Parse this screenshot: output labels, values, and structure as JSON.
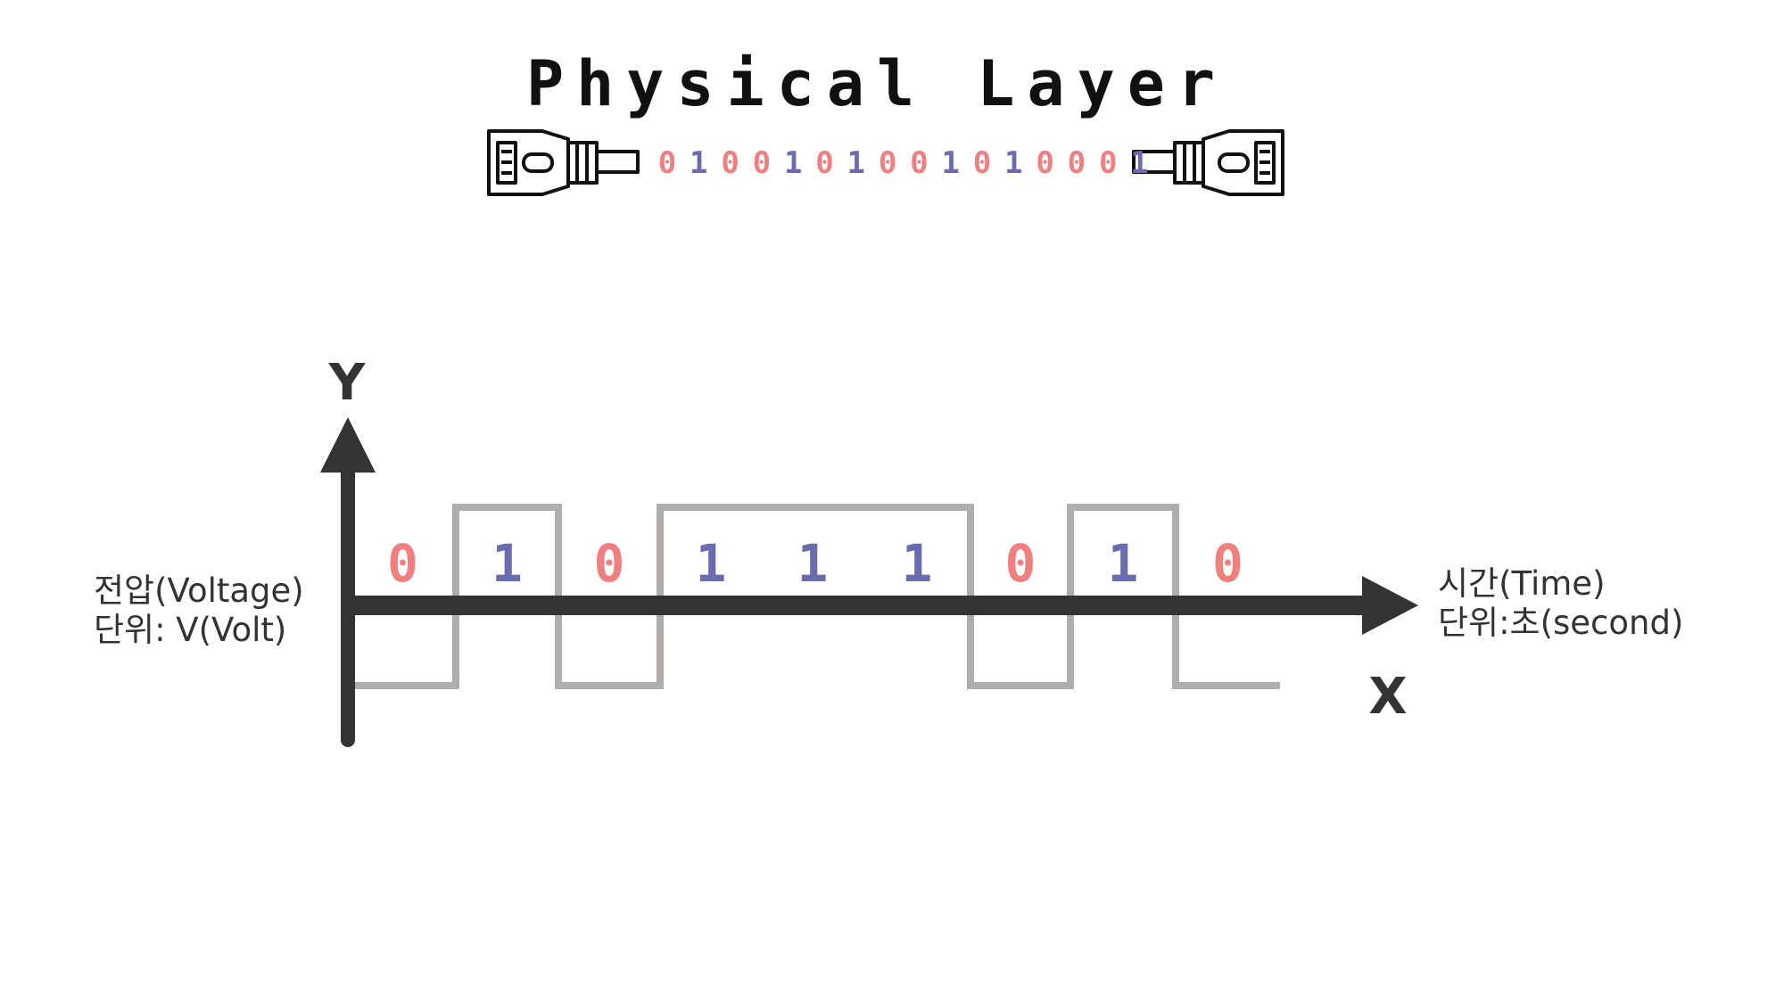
{
  "title": "Physical Layer",
  "header_bits": "0100101001010001",
  "y_axis": {
    "letter": "Y",
    "label_line1": "전압(Voltage)",
    "label_line2": "단위: V(Volt)"
  },
  "x_axis": {
    "letter": "X",
    "label_line1": "시간(Time)",
    "label_line2": "단위:초(second)"
  },
  "signal_bits": [
    "0",
    "1",
    "0",
    "1",
    "1",
    "1",
    "0",
    "1",
    "0"
  ],
  "icons": {
    "left": "ethernet-plug-icon",
    "right": "ethernet-plug-icon"
  },
  "colors": {
    "zero": "#f08080",
    "one": "#6b6bb0",
    "axis": "#333333",
    "signal": "#b0adad",
    "text": "#333333",
    "icon": "#111111"
  }
}
